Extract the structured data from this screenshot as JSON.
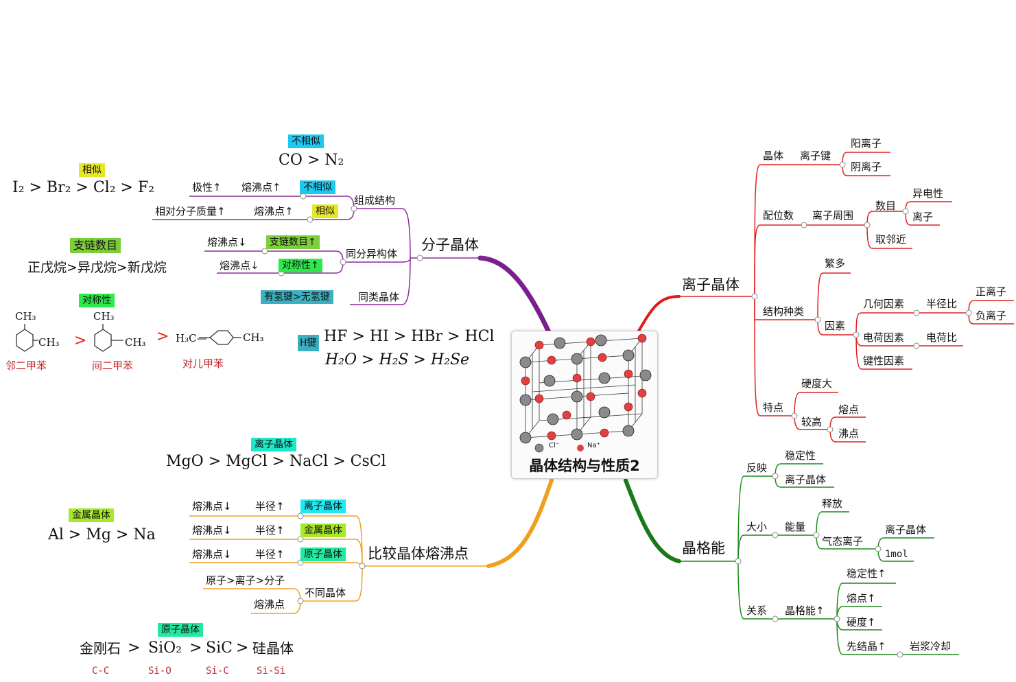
{
  "central": {
    "title": "晶体结构与性质2",
    "legend_cl": "Cl⁻",
    "legend_na": "Na⁺"
  },
  "branches": {
    "molecular": "分子晶体",
    "ionic": "离子晶体",
    "lattice": "晶格能",
    "compare": "比较晶体熔沸点"
  },
  "ionic_nodes": {
    "crystal": "晶体",
    "ionic_bond": "离子键",
    "cation": "阳离子",
    "anion": "阴离子",
    "coord": "配位数",
    "around": "离子周围",
    "count": "数目",
    "hetero": "异电性",
    "ion": "离子",
    "nearest": "取邻近",
    "types": "结构种类",
    "many": "繁多",
    "factors": "因素",
    "geo": "几何因素",
    "radius_ratio": "半径比",
    "pos_ion": "正离子",
    "neg_ion": "负离子",
    "charge_f": "电荷因素",
    "charge_ratio": "电荷比",
    "bond_f": "键性因素",
    "feature": "特点",
    "hard": "硬度大",
    "higher": "较高",
    "mp": "熔点",
    "bp": "沸点"
  },
  "lattice_nodes": {
    "reflect": "反映",
    "stability": "稳定性",
    "ionic_crystal": "离子晶体",
    "size": "大小",
    "energy": "能量",
    "release": "释放",
    "gas_ion": "气态离子",
    "ionic_crystal2": "离子晶体",
    "mol": "1mol",
    "relation": "关系",
    "le_up": "晶格能↑",
    "stab_up": "稳定性↑",
    "mp_up": "熔点↑",
    "hard_up": "硬度↑",
    "cryst_up": "先结晶↑",
    "magma": "岩浆冷却"
  },
  "molecular_nodes": {
    "composition": "组成结构",
    "polarity_up": "极性↑",
    "mp_up1": "熔沸点↑",
    "not_similar": "不相似",
    "rel_mass_up": "相对分子质量↑",
    "mp_up2": "熔沸点↑",
    "similar": "相似",
    "isomer": "同分异构体",
    "mp_down1": "熔沸点↓",
    "branch_up": "支链数目↑",
    "mp_down2": "熔沸点↓",
    "sym_up": "对称性↑",
    "same_type": "同类晶体",
    "hbond": "有氢键>无氢键"
  },
  "compare_nodes": {
    "r1_mp": "熔沸点↓",
    "r1_rad": "半径↑",
    "r1_tag": "离子晶体",
    "r2_mp": "熔沸点↓",
    "r2_rad": "半径↑",
    "r2_tag": "金属晶体",
    "r3_mp": "熔沸点↓",
    "r3_rad": "半径↑",
    "r3_tag": "原子晶体",
    "order": "原子>离子>分子",
    "diff": "不同晶体",
    "mp": "熔沸点"
  },
  "notes": {
    "tag_not_similar": "不相似",
    "co_n2": "CO > N₂",
    "tag_similar": "相似",
    "halogens": "I₂ > Br₂ > Cl₂ > F₂",
    "tag_branch": "支链数目",
    "pentane": "正戊烷>异戊烷>新戊烷",
    "tag_symmetry": "对称性",
    "ortho": "邻二甲苯",
    "meta": "间二甲苯",
    "para": "对儿甲苯",
    "ch3": "CH₃",
    "para_formula_left": "H₃C—",
    "tag_hbond": "H键",
    "hydrides1": "HF > HI > HBr > HCl",
    "hydrides2": "H₂O > H₂S > H₂Se",
    "tag_ionic": "离子晶体",
    "mgo": "MgO > MgCl > NaCl > CsCl",
    "tag_metal": "金属晶体",
    "metals": "Al > Mg > Na",
    "tag_atomic": "原子晶体",
    "atomic_1": "金刚石",
    "atomic_2": "SiO₂",
    "atomic_3": "SiC",
    "atomic_4": "硅晶体",
    "bond_cc": "C-C",
    "bond_sio": "Si-O",
    "bond_sic": "Si-C",
    "bond_sisi": "Si-Si"
  },
  "colors": {
    "ionic": "#e02020",
    "lattice": "#1a8a1a",
    "molecular": "#8a2b9a",
    "compare": "#f0a020",
    "tag_cyan": "#1ec8f0",
    "tag_yellow": "#e6e62a",
    "tag_green": "#7ccf3a",
    "tag_bright_green": "#2ee84a",
    "tag_teal": "#3ab0c0",
    "tag_lime": "#a8e82a",
    "tag_mint": "#22e8a0"
  }
}
